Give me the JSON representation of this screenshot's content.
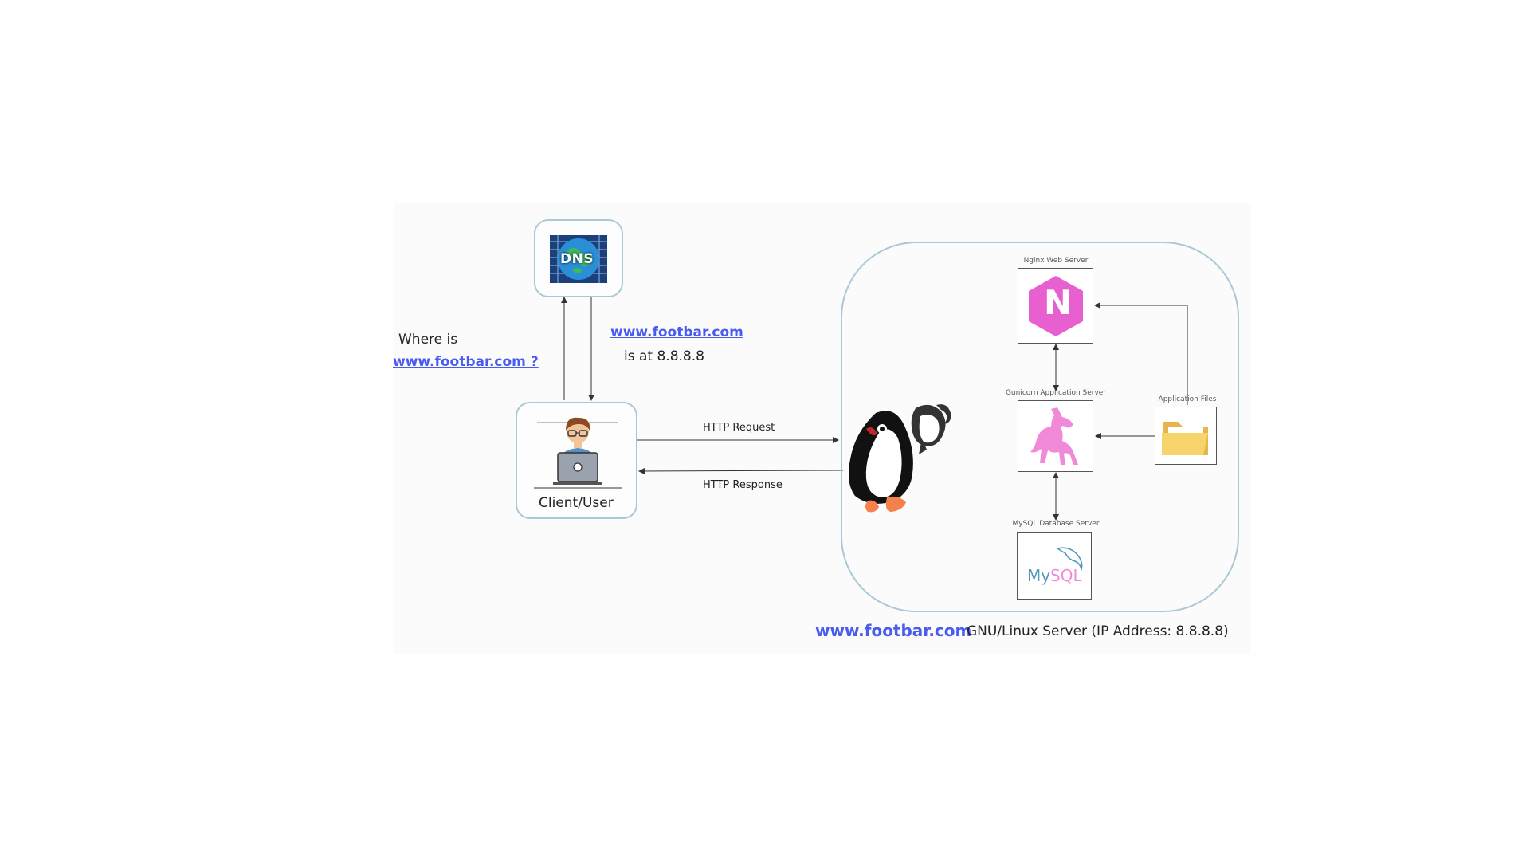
{
  "dns": {
    "label": "DNS"
  },
  "client": {
    "label": "Client/User"
  },
  "query": {
    "line1": "Where is",
    "domain": "www.footbar.com ?"
  },
  "answer": {
    "domain": "www.footbar.com",
    "line2": "is at 8.8.8.8"
  },
  "http": {
    "request": "HTTP Request",
    "response": "HTTP Response"
  },
  "server": {
    "domain": "www.footbar.com",
    "caption": "GNU/Linux Server (IP Address: 8.8.8.8)",
    "nginx_label": "Nginx Web Server",
    "nginx_letter": "N",
    "gunicorn_label": "Gunicorn Application Server",
    "files_label": "Application Files",
    "mysql_label": "MySQL Database Server",
    "mysql_logo_my": "My",
    "mysql_logo_sql": "SQL"
  },
  "colors": {
    "box_border": "#a9c9d6",
    "link": "#4a5cf0",
    "nginx": "#e85fd0",
    "unicorn": "#f08ad8",
    "folder": "#f6d36b",
    "mysql_my": "#4f9bb5"
  }
}
